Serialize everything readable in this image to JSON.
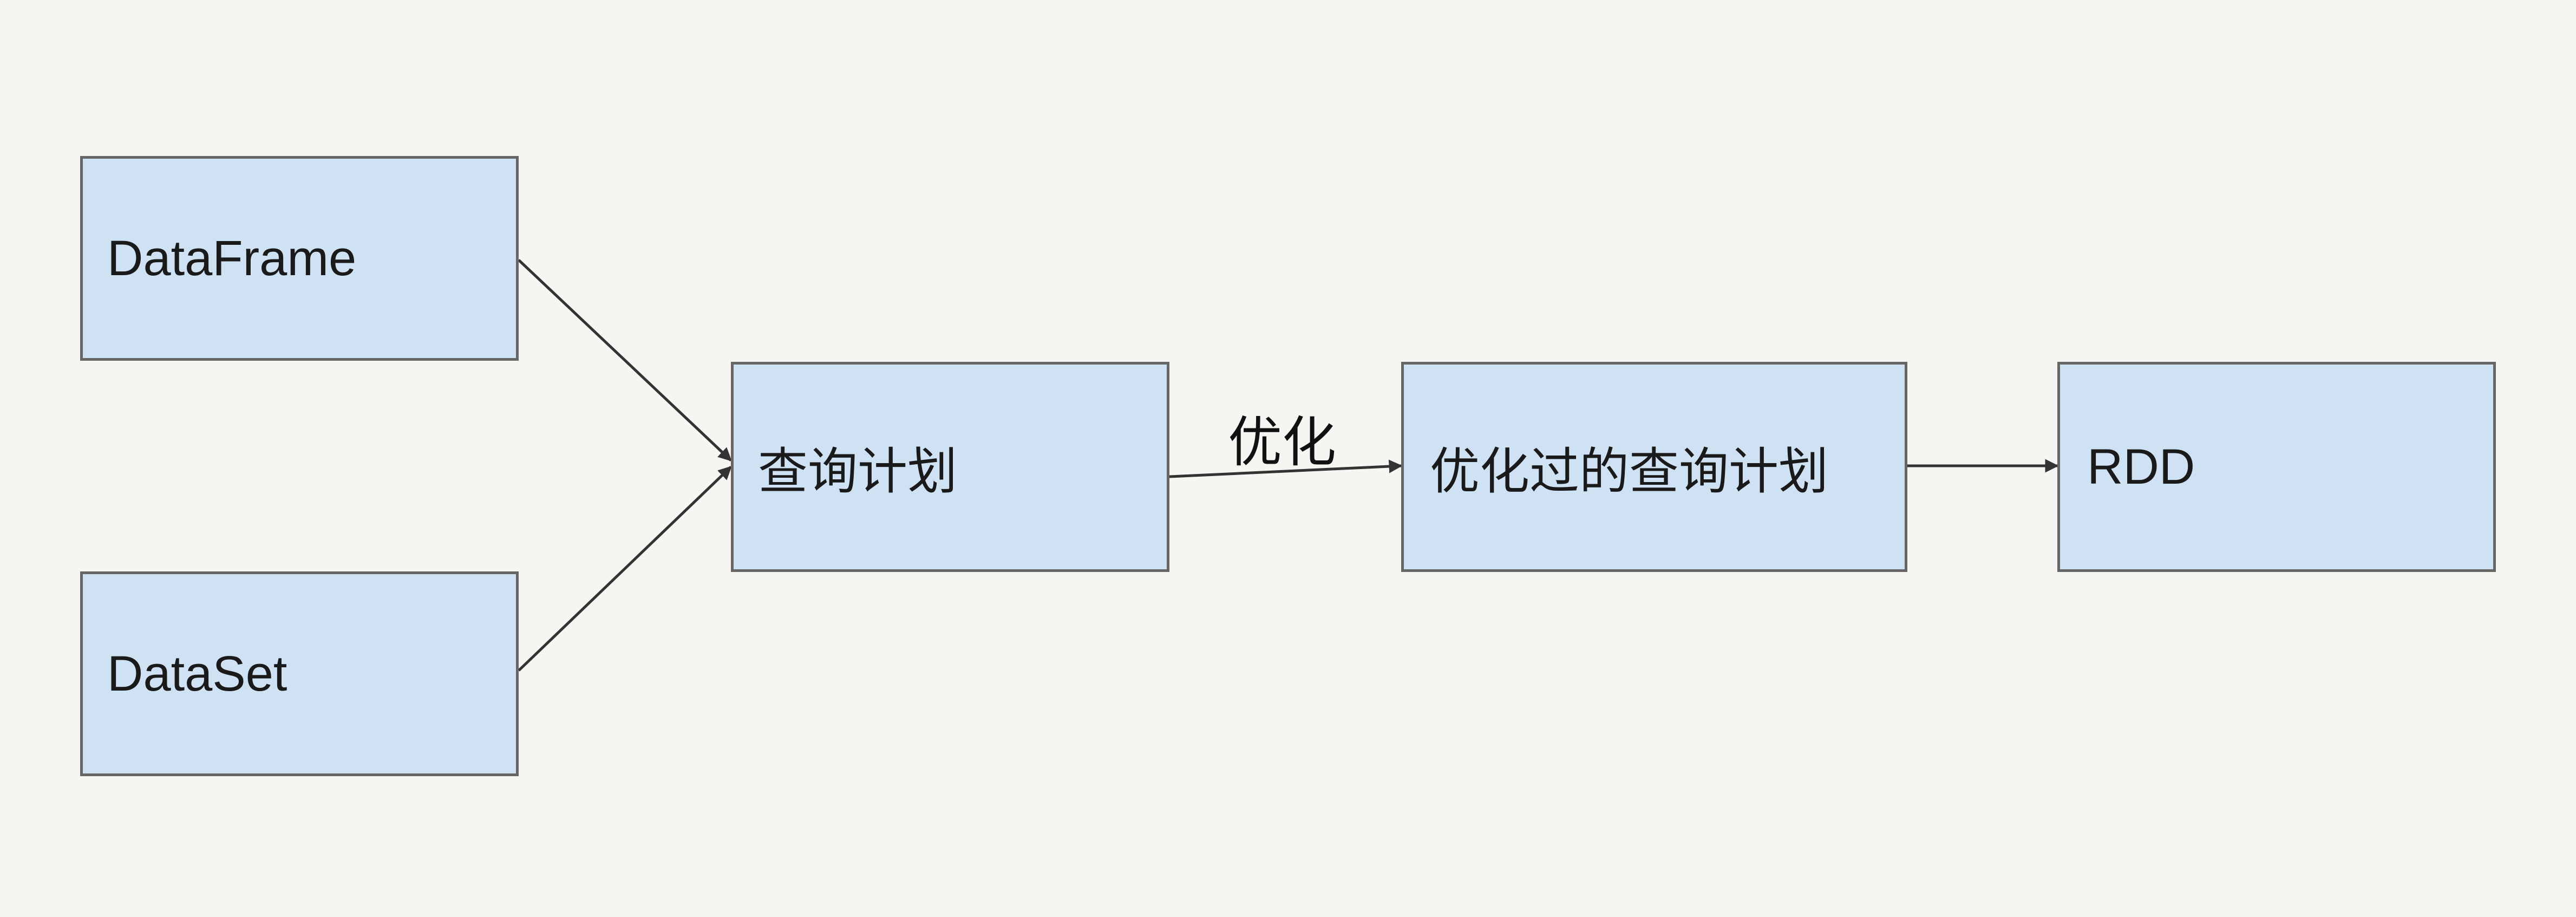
{
  "nodes": {
    "dataframe": "DataFrame",
    "dataset": "DataSet",
    "query_plan": "查询计划",
    "optimized_plan": "优化过的查询计划",
    "rdd": "RDD"
  },
  "edges": {
    "optimize_label": "优化"
  },
  "colors": {
    "node_fill": "#cfe2f3",
    "node_border": "#666666",
    "arrow": "#333333",
    "background": "#f6f5f2"
  }
}
